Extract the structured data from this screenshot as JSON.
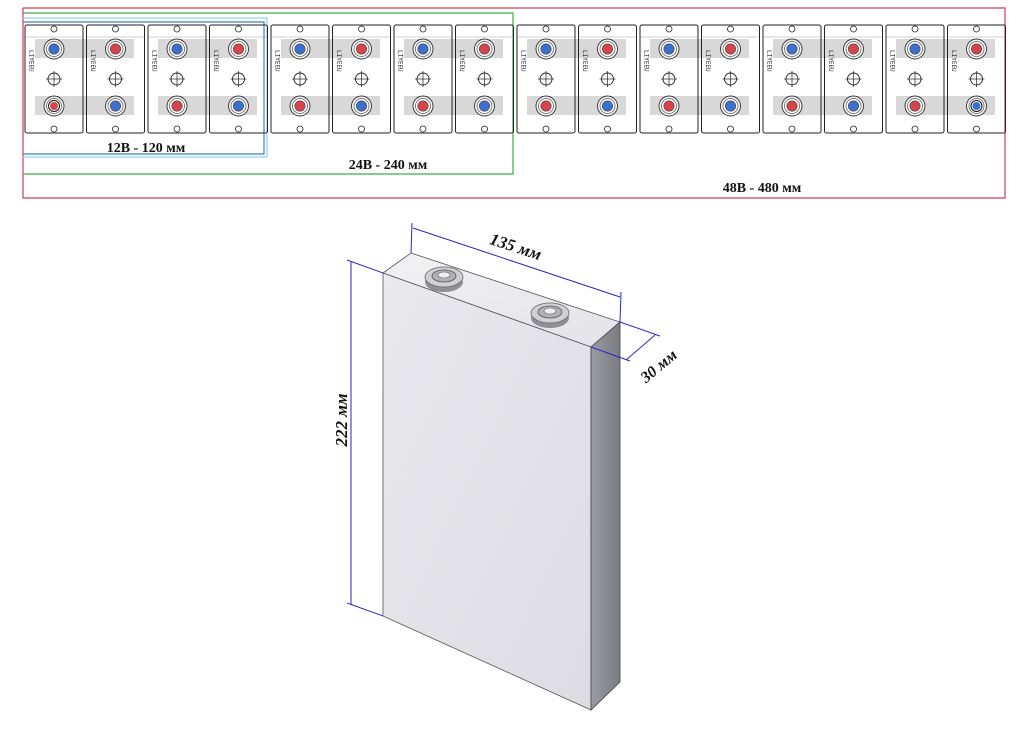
{
  "strip": {
    "cell_count": 16,
    "cell_brand_label": "LIYEEU",
    "range_12v_label": "12В - 120 мм",
    "range_24v_label": "24В - 240 мм",
    "range_48v_label": "48В - 480 мм",
    "cells_in_12v": 4,
    "cells_in_24v": 8,
    "cells_in_48v": 16,
    "colors": {
      "bracket_12v_outer": "#8fd3ea",
      "bracket_12v_inner": "#3b82c8",
      "bracket_24v": "#3fae49",
      "bracket_48v": "#cf3e5a",
      "terminal_positive": "#d9434b",
      "terminal_negative": "#3d6fd0",
      "busbar": "#d8d8d8"
    }
  },
  "cell_3d": {
    "width_label": "135 мм",
    "depth_label": "30 мм",
    "height_label": "222 мм",
    "dimension_color": "#2727c8"
  }
}
